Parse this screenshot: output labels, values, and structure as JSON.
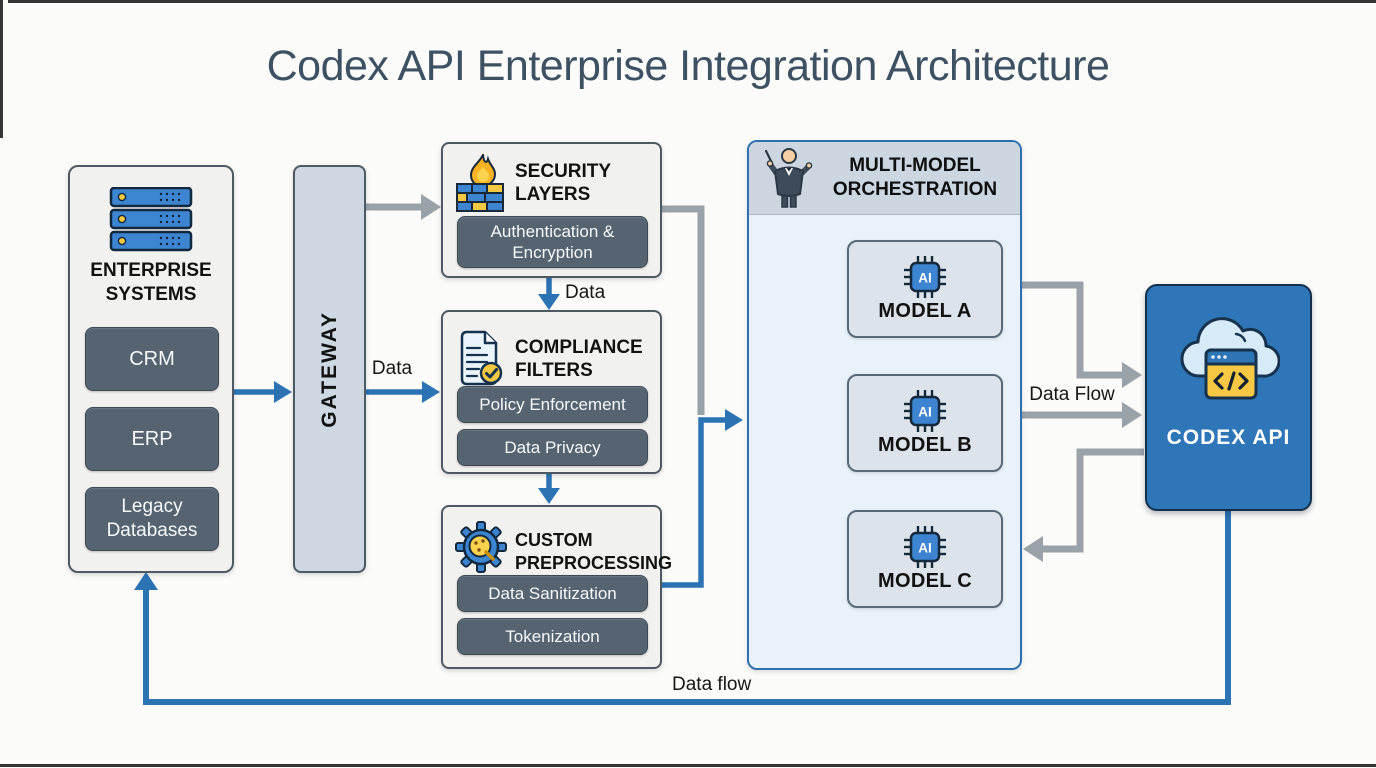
{
  "title": "Codex API Enterprise Integration Architecture",
  "enterprise": {
    "title": "ENTERPRISE SYSTEMS",
    "items": [
      "CRM",
      "ERP",
      "Legacy Databases"
    ]
  },
  "gateway": {
    "label": "GATEWAY"
  },
  "security": {
    "title": "SECURITY LAYERS",
    "items": [
      "Authentication & Encryption"
    ]
  },
  "compliance": {
    "title": "COMPLIANCE FILTERS",
    "items": [
      "Policy Enforcement",
      "Data Privacy"
    ]
  },
  "preprocessing": {
    "title": "CUSTOM PREPROCESSING",
    "items": [
      "Data Sanitization",
      "Tokenization"
    ]
  },
  "orchestration": {
    "title": "MULTI-MODEL ORCHESTRATION",
    "chip_label": "AI",
    "models": [
      "MODEL A",
      "MODEL B",
      "MODEL C"
    ]
  },
  "codex": {
    "label": "CODEX API"
  },
  "labels": {
    "data_gateway": "Data",
    "data_security": "Data",
    "data_flow_right": "Data Flow",
    "data_flow_bottom": "Data flow"
  },
  "icons": {
    "enterprise": "server-stack-icon",
    "security": "firewall-flame-icon",
    "compliance": "document-check-icon",
    "preprocessing": "gear-icon",
    "orchestration": "conductor-icon",
    "model": "ai-chip-icon",
    "codex": "cloud-code-icon"
  },
  "colors": {
    "accent_blue": "#2e75b6",
    "arrow_gray": "#99a1a9",
    "panel_slate": "#566472",
    "icon_yellow": "#f5c842",
    "title_text": "#3d5162"
  }
}
